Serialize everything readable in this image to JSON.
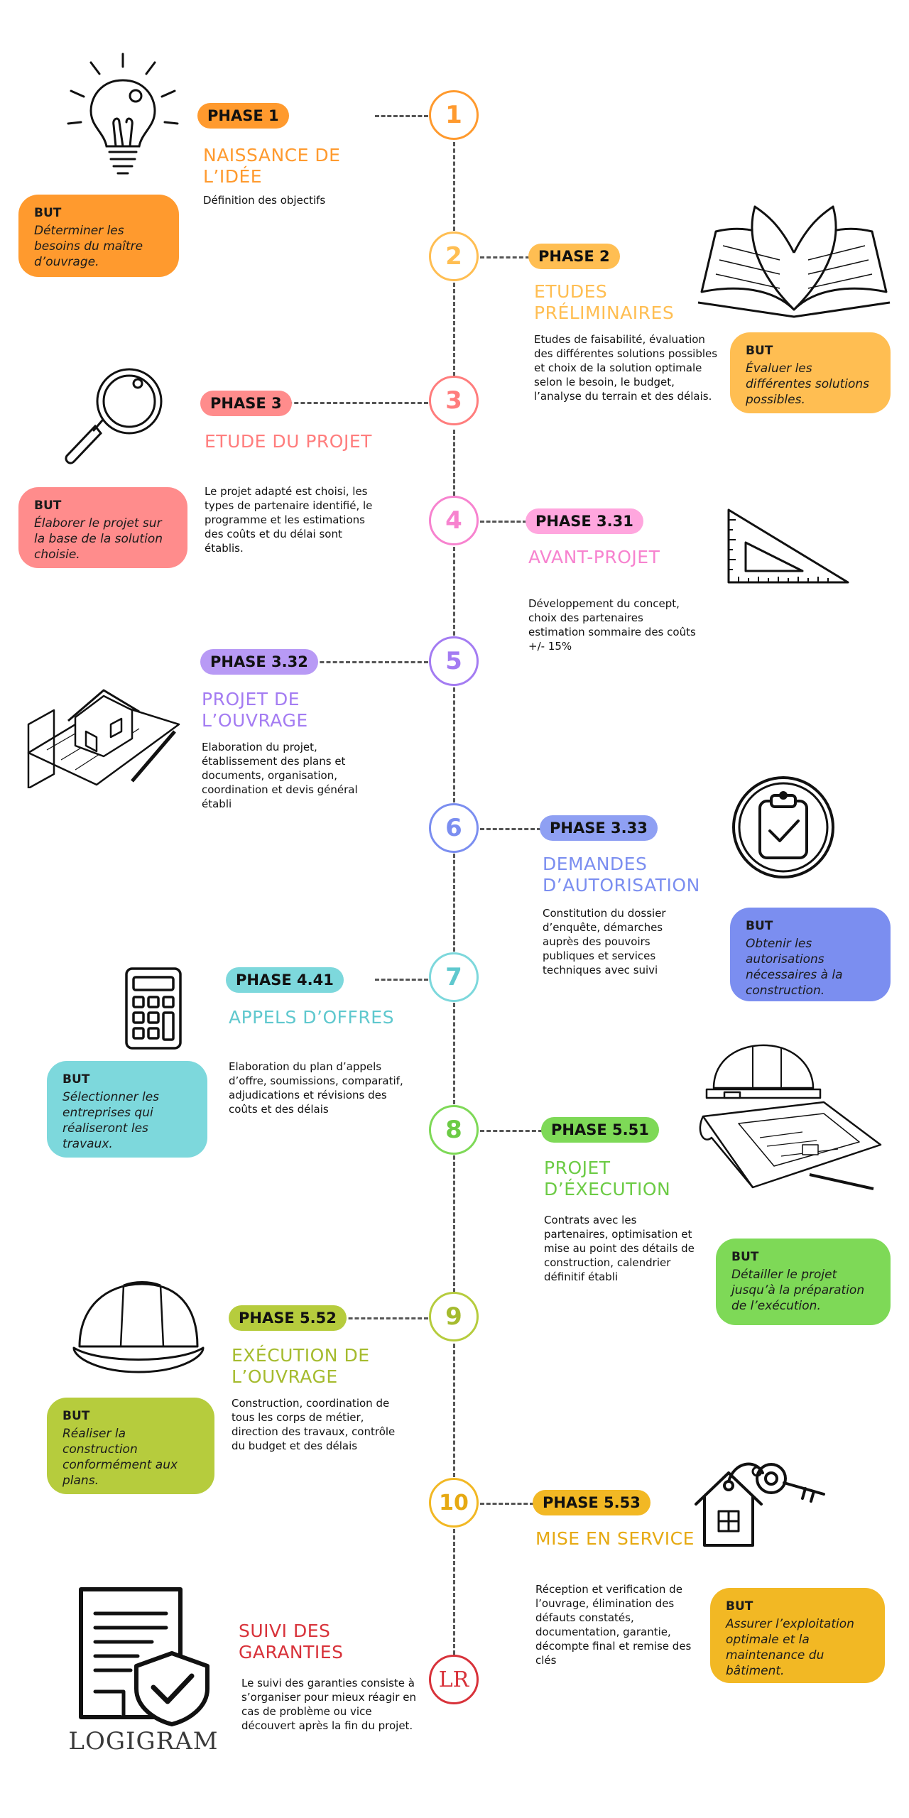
{
  "phases": [
    {
      "num": "1",
      "label": "PHASE 1",
      "title": "NAISSANCE DE L’IDÉE",
      "desc": "Définition des objectifs",
      "goal_label": "BUT",
      "goal": "Déterminer les besoins du maître d’ouvrage.",
      "color": "#FF9A2E",
      "icon": "lightbulb-icon"
    },
    {
      "num": "2",
      "label": "PHASE 2",
      "title": "ETUDES PRÉLIMINAIRES",
      "desc": "Etudes de faisabilité, évaluation des différentes solutions possibles et choix de la solution optimale selon le besoin, le budget, l’analyse du terrain et des délais.",
      "goal_label": "BUT",
      "goal": "Évaluer les différentes solutions possibles.",
      "color": "#FFBE52",
      "icon": "open-book-icon"
    },
    {
      "num": "3",
      "label": "PHASE 3",
      "title": "ETUDE DU PROJET",
      "desc": "Le projet adapté est choisi, les types de partenaire identifié, le programme et les estimations des coûts et du délai sont établis.",
      "goal_label": "BUT",
      "goal": "Élaborer le projet sur la base de la solution choisie.",
      "color": "#FF7D7D",
      "icon": "magnifier-icon"
    },
    {
      "num": "4",
      "label": "PHASE 3.31",
      "title": "AVANT-PROJET",
      "desc": "Développement du concept, choix des partenaires estimation sommaire des coûts +/- 15%",
      "color": "#F783CF",
      "icon": "set-square-icon"
    },
    {
      "num": "5",
      "label": "PHASE 3.32",
      "title": "PROJET DE L’OUVRAGE",
      "desc": "Elaboration du projet, établissement des plans et documents, organisation, coordination et devis général établi",
      "color": "#A47CF2",
      "icon": "house-plans-icon"
    },
    {
      "num": "6",
      "label": "PHASE 3.33",
      "title": "DEMANDES D’AUTORISATION",
      "desc": "Constitution du dossier d’enquête, démarches auprès des pouvoirs publiques et services techniques avec suivi",
      "goal_label": "BUT",
      "goal": "Obtenir les autorisations nécessaires à la construction.",
      "color": "#7B8EF0",
      "icon": "clipboard-check-icon"
    },
    {
      "num": "7",
      "label": "PHASE 4.41",
      "title": "APPELS D’OFFRES",
      "desc": "Elaboration du plan d’appels d’offre, soumissions, comparatif, adjudications et révisions des coûts et des délais",
      "goal_label": "BUT",
      "goal": "Sélectionner les entreprises qui réaliseront les travaux.",
      "color": "#7DD8DC",
      "icon": "calculator-icon"
    },
    {
      "num": "8",
      "label": "PHASE 5.51",
      "title": "PROJET D’ÉXECUTION",
      "desc": "Contrats avec les partenaires, optimisation et mise au point des détails de construction, calendrier définitif établi",
      "goal_label": "BUT",
      "goal": "Détailler le projet jusqu’à la préparation de l’exécution.",
      "color": "#7ED957",
      "icon": "helmet-blueprint-icon"
    },
    {
      "num": "9",
      "label": "PHASE 5.52",
      "title": "EXÉCUTION DE L’OUVRAGE",
      "desc": "Construction, coordination de tous les corps de métier, direction des travaux,  contrôle du budget et des délais",
      "goal_label": "BUT",
      "goal": "Réaliser la construction conformément aux plans.",
      "color": "#B6CC3D",
      "icon": "hard-hat-icon"
    },
    {
      "num": "10",
      "label": "PHASE 5.53",
      "title": "MISE EN SERVICE",
      "desc": "Réception et verification de l’ouvrage, élimination des défauts constatés, documentation, garantie, décompte final et remise des clés",
      "goal_label": "BUT",
      "goal": "Assurer l’exploitation optimale et la maintenance du bâtiment.",
      "color": "#F2B824",
      "icon": "house-keys-icon"
    }
  ],
  "final": {
    "badge": "LR",
    "title": "SUIVI DES GARANTIES",
    "desc": "Le suivi des garanties consiste à s’organiser pour mieux réagir en cas de problème ou vice découvert après la fin du projet.",
    "color": "#D8323A",
    "icon": "warranty-shield-icon"
  },
  "logo": {
    "text": "LOGIGRAM"
  }
}
